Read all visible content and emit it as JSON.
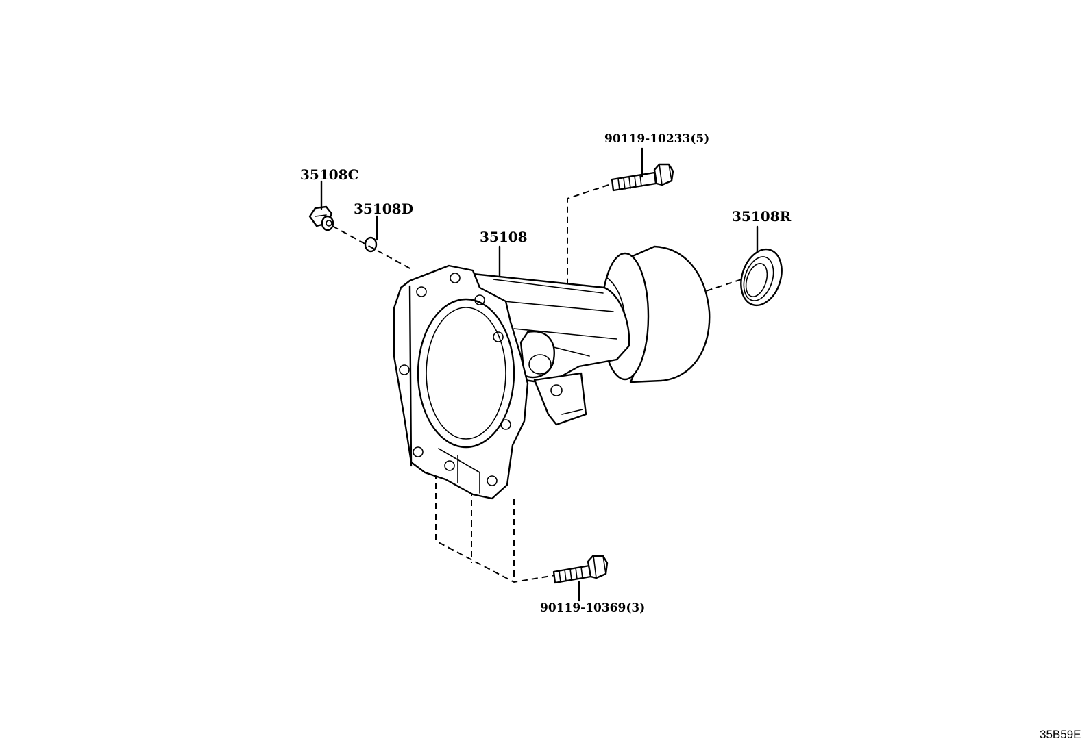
{
  "labels": {
    "case": "35108",
    "plug": "35108C",
    "gasket": "35108D",
    "oil_seal": "35108R",
    "bolt_top": "90119-10233(5)",
    "bolt_bottom": "90119-10369(3)"
  },
  "figure_code": "35B59E",
  "colors": {
    "line": "#000000",
    "background": "#ffffff"
  }
}
